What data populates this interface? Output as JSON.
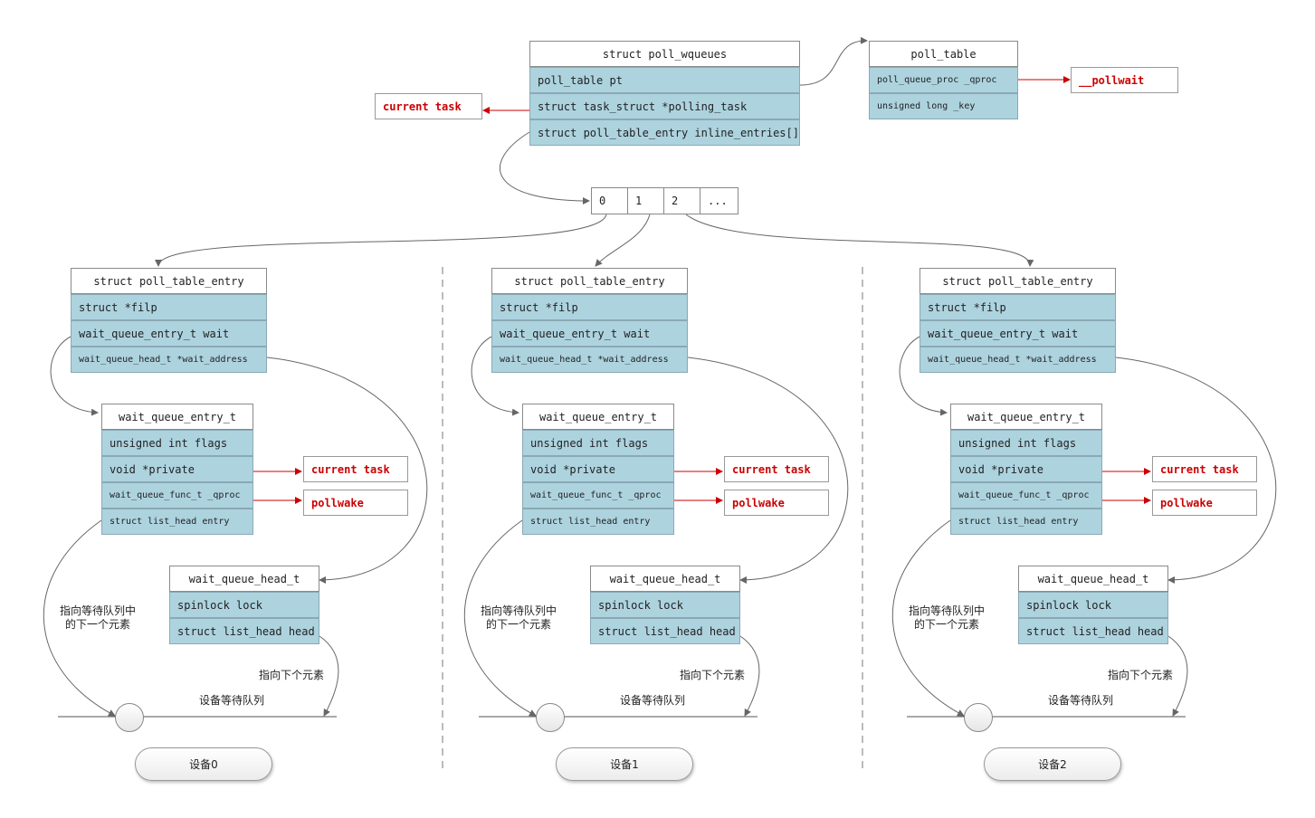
{
  "wqueues": {
    "title": "struct poll_wqueues",
    "fields": [
      "poll_table pt",
      "struct task_struct *polling_task",
      "struct poll_table_entry inline_entries[]"
    ]
  },
  "poll_table": {
    "title": "poll_table",
    "fields": [
      "poll_queue_proc _qproc",
      "unsigned long _key"
    ]
  },
  "pollwait_label": "__pollwait",
  "current_task_label": "current task",
  "array_cells": [
    "0",
    "1",
    "2",
    "..."
  ],
  "devices": [
    {
      "entry_title": "struct poll_table_entry",
      "entry_fields": [
        "struct *filp",
        "wait_queue_entry_t wait",
        "wait_queue_head_t *wait_address"
      ],
      "wqe_title": "wait_queue_entry_t",
      "wqe_fields": [
        "unsigned int flags",
        "void *private",
        "wait_queue_func_t _qproc",
        "struct list_head entry"
      ],
      "private_target": "current task",
      "func_target": "pollwake",
      "wqh_title": "wait_queue_head_t",
      "wqh_fields": [
        "spinlock lock",
        "struct list_head head"
      ],
      "note_next_line1": "指向等待队列中",
      "note_next_line2": "的下一个元素",
      "note_next_elem": "指向下个元素",
      "queue_label": "设备等待队列",
      "device_label": "设备0"
    },
    {
      "entry_title": "struct poll_table_entry",
      "entry_fields": [
        "struct *filp",
        "wait_queue_entry_t wait",
        "wait_queue_head_t *wait_address"
      ],
      "wqe_title": "wait_queue_entry_t",
      "wqe_fields": [
        "unsigned int flags",
        "void *private",
        "wait_queue_func_t _qproc",
        "struct list_head entry"
      ],
      "private_target": "current task",
      "func_target": "pollwake",
      "wqh_title": "wait_queue_head_t",
      "wqh_fields": [
        "spinlock lock",
        "struct list_head head"
      ],
      "note_next_line1": "指向等待队列中",
      "note_next_line2": "的下一个元素",
      "note_next_elem": "指向下个元素",
      "queue_label": "设备等待队列",
      "device_label": "设备1"
    },
    {
      "entry_title": "struct poll_table_entry",
      "entry_fields": [
        "struct *filp",
        "wait_queue_entry_t wait",
        "wait_queue_head_t *wait_address"
      ],
      "wqe_title": "wait_queue_entry_t",
      "wqe_fields": [
        "unsigned int flags",
        "void *private",
        "wait_queue_func_t _qproc",
        "struct list_head entry"
      ],
      "private_target": "current task",
      "func_target": "pollwake",
      "wqh_title": "wait_queue_head_t",
      "wqh_fields": [
        "spinlock lock",
        "struct list_head head"
      ],
      "note_next_line1": "指向等待队列中",
      "note_next_line2": "的下一个元素",
      "note_next_elem": "指向下个元素",
      "queue_label": "设备等待队列",
      "device_label": "设备2"
    }
  ],
  "colors": {
    "field_fill": "#add3df",
    "pointer_red": "#cc0000",
    "connector_gray": "#666666"
  }
}
